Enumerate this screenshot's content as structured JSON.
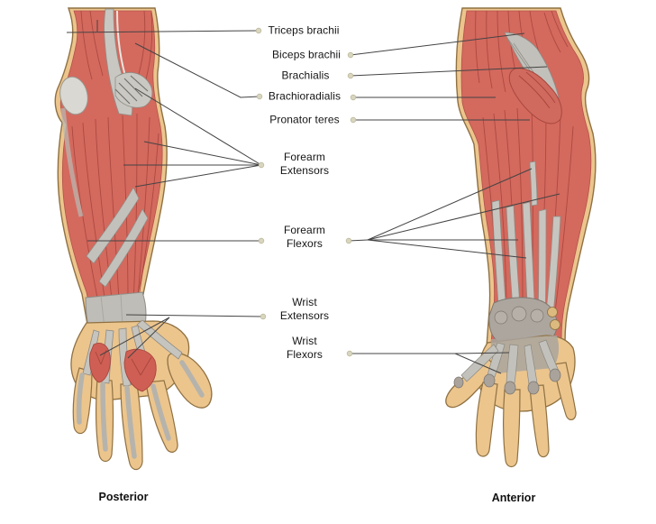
{
  "figure": {
    "type": "anatomical-diagram",
    "subject": "Muscles of the arm, forearm and hand",
    "captions": {
      "posterior": "Posterior",
      "anterior": "Anterior"
    },
    "labels": [
      {
        "id": "triceps-brachii",
        "text": "Triceps brachii"
      },
      {
        "id": "biceps-brachii",
        "text": "Biceps brachii"
      },
      {
        "id": "brachialis",
        "text": "Brachialis"
      },
      {
        "id": "brachioradialis",
        "text": "Brachioradialis"
      },
      {
        "id": "pronator-teres",
        "text": "Pronator teres"
      },
      {
        "id": "forearm-extensors",
        "text": "Forearm\nExtensors"
      },
      {
        "id": "forearm-flexors",
        "text": "Forearm\nFlexors"
      },
      {
        "id": "wrist-extensors",
        "text": "Wrist\nExtensors"
      },
      {
        "id": "wrist-flexors",
        "text": "Wrist\nFlexors"
      }
    ],
    "colors": {
      "background": "#ffffff",
      "skin": "#ecc58d",
      "skin_outline": "#8f7142",
      "muscle": "#d4695e",
      "muscle_dark": "#a8463d",
      "tendon": "#c7c5bf",
      "tendon_dark": "#8e8c85",
      "bone_gray": "#aca69f",
      "leader_line": "#444444",
      "leader_dot": "#d9d6bf"
    }
  }
}
